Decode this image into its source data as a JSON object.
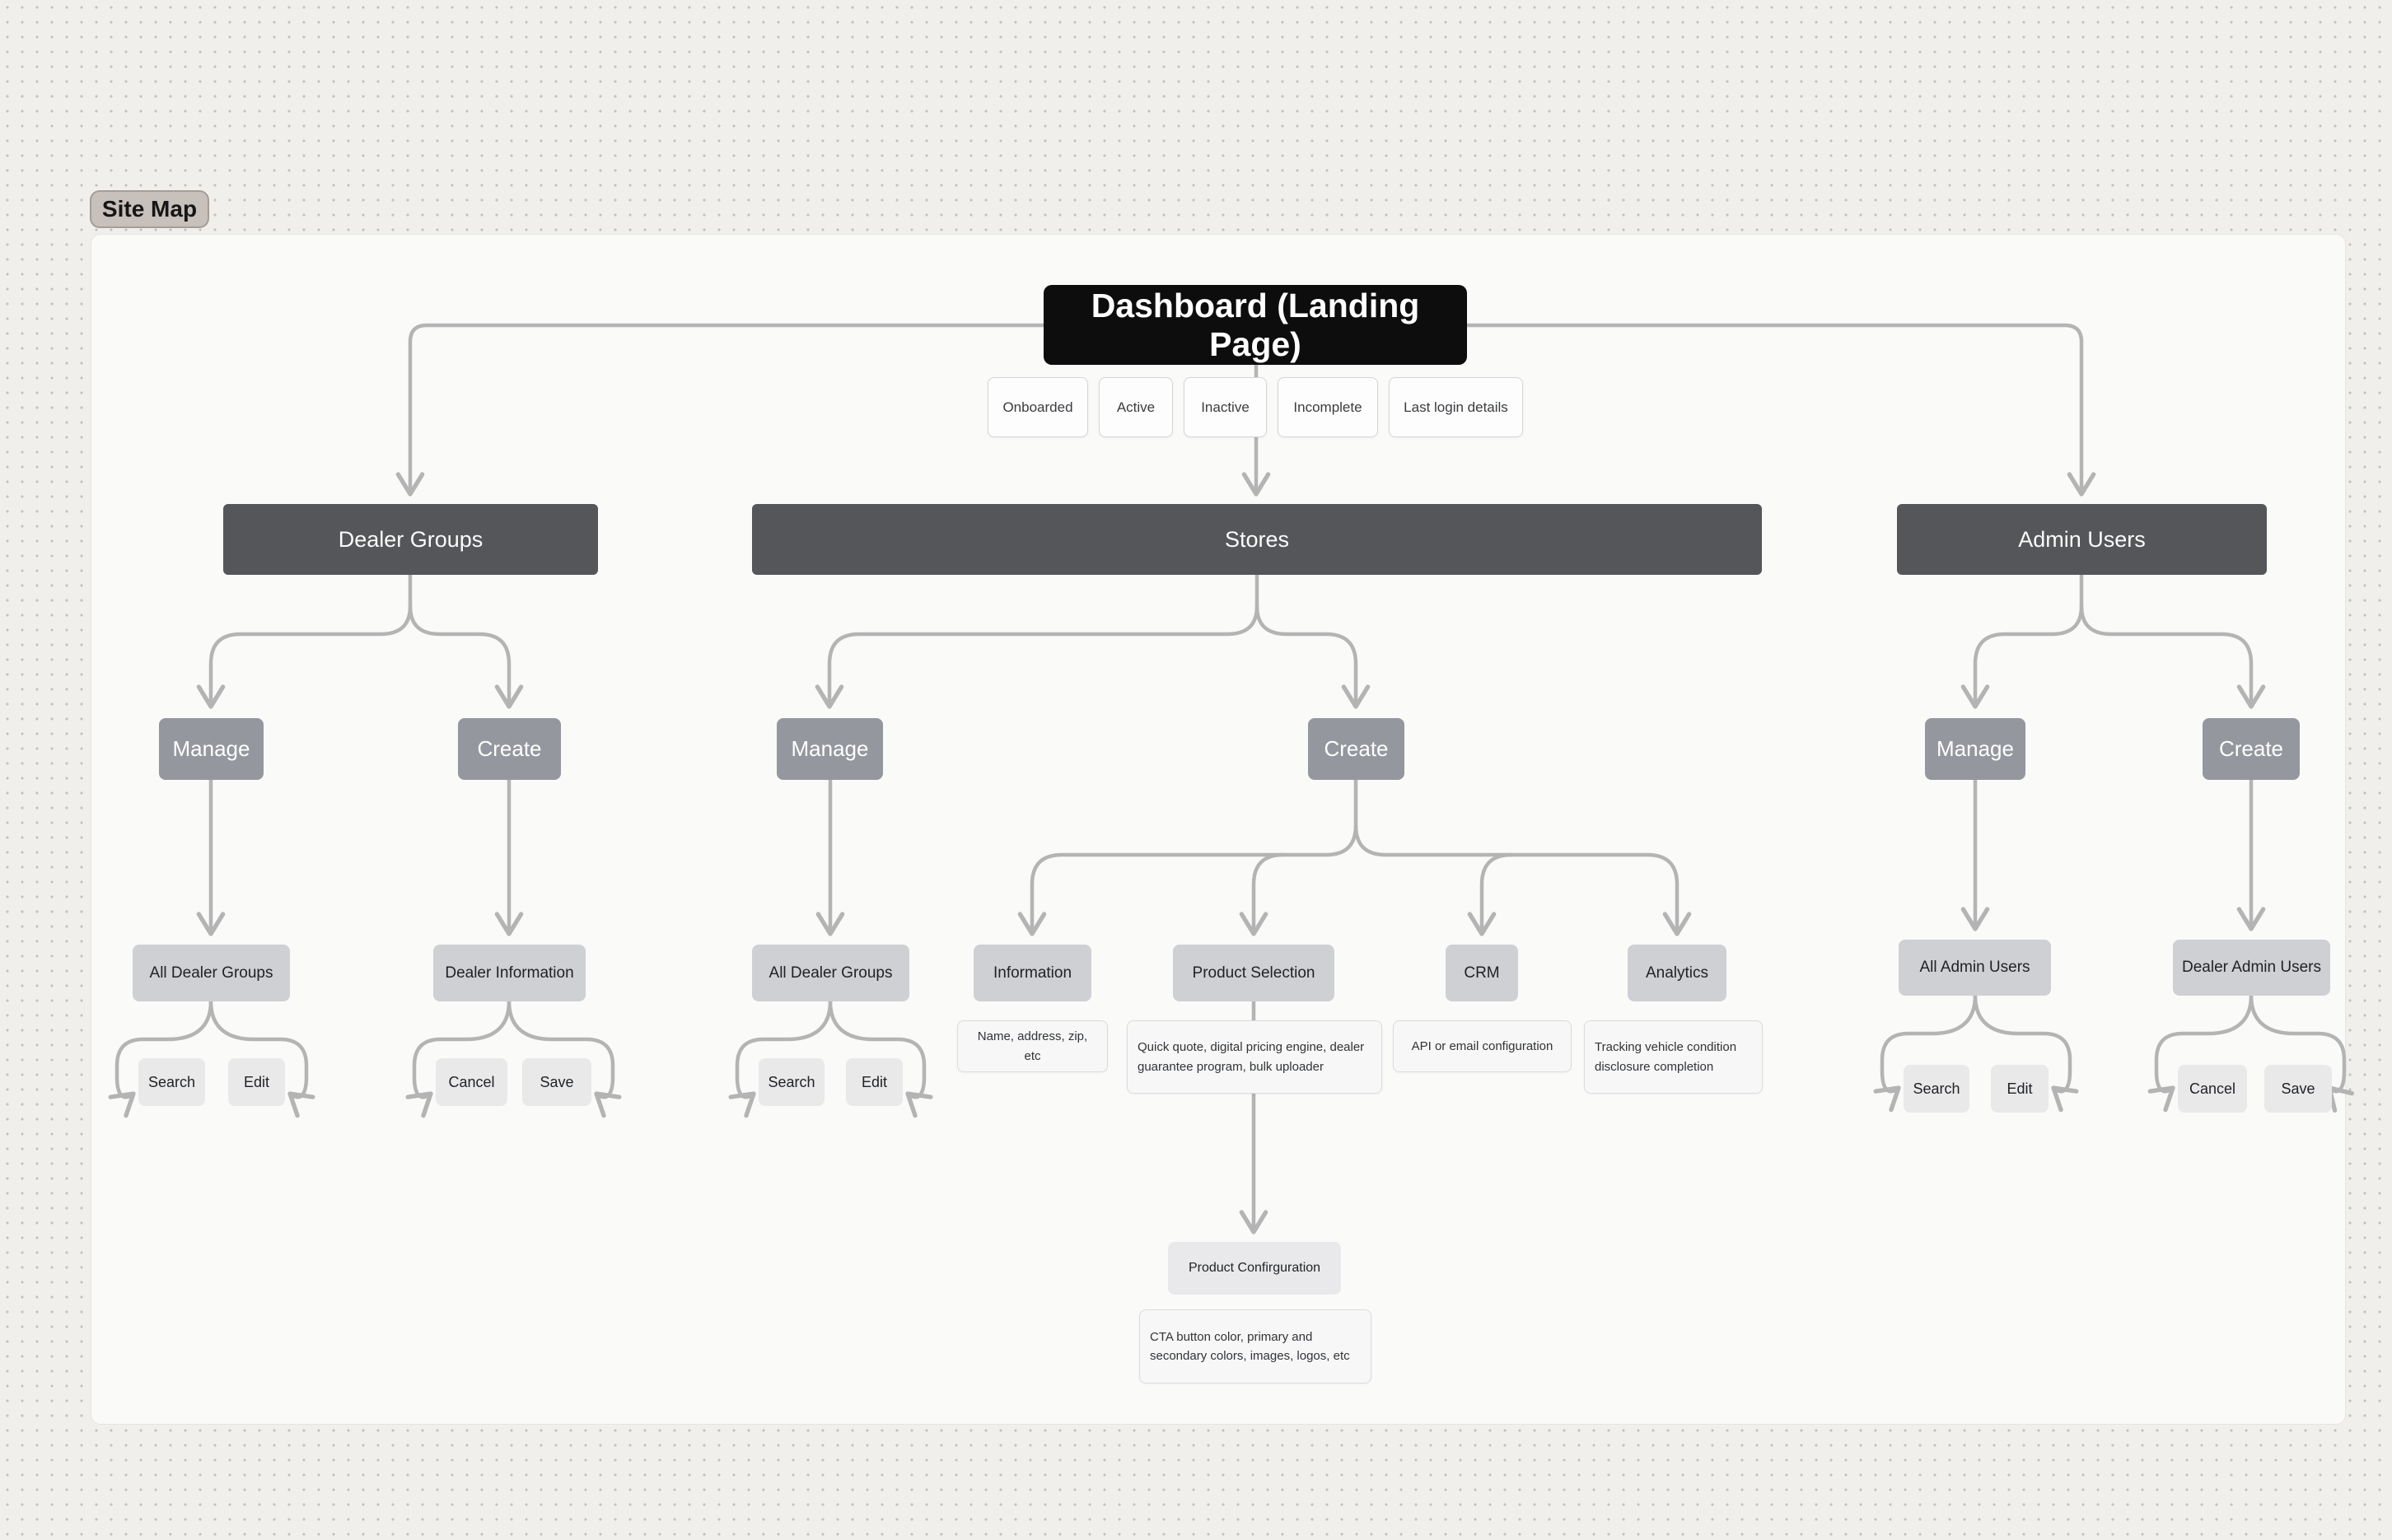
{
  "board_label": "Site Map",
  "root": {
    "label": "Dashboard (Landing Page)"
  },
  "legend_chips": [
    {
      "label": "Onboarded"
    },
    {
      "label": "Active"
    },
    {
      "label": "Inactive"
    },
    {
      "label": "Incomplete"
    },
    {
      "label": "Last login details"
    }
  ],
  "branches": {
    "dealer_groups": {
      "label": "Dealer Groups",
      "manage": {
        "label": "Manage"
      },
      "create": {
        "label": "Create"
      },
      "manage_child": {
        "label": "All Dealer Groups"
      },
      "create_child": {
        "label": "Dealer Information"
      },
      "manage_actions": [
        {
          "label": "Search"
        },
        {
          "label": "Edit"
        }
      ],
      "create_actions": [
        {
          "label": "Cancel"
        },
        {
          "label": "Save"
        }
      ]
    },
    "stores": {
      "label": "Stores",
      "manage": {
        "label": "Manage"
      },
      "create": {
        "label": "Create"
      },
      "manage_child": {
        "label": "All Dealer Groups"
      },
      "manage_actions": [
        {
          "label": "Search"
        },
        {
          "label": "Edit"
        }
      ],
      "create_children": [
        {
          "label": "Information",
          "note": "Name, address, zip, etc"
        },
        {
          "label": "Product Selection",
          "note": "Quick quote, digital pricing engine, dealer guarantee program, bulk uploader"
        },
        {
          "label": "CRM",
          "note": "API or email configuration"
        },
        {
          "label": "Analytics",
          "note": "Tracking vehicle condition disclosure completion"
        }
      ],
      "product_configuration": {
        "label": "Product Confirguration",
        "note": "CTA button color, primary and secondary colors, images, logos, etc"
      }
    },
    "admin_users": {
      "label": "Admin Users",
      "manage": {
        "label": "Manage"
      },
      "create": {
        "label": "Create"
      },
      "manage_child": {
        "label": "All Admin Users"
      },
      "create_child": {
        "label": "Dealer Admin Users"
      },
      "manage_actions": [
        {
          "label": "Search"
        },
        {
          "label": "Edit"
        }
      ],
      "create_actions": [
        {
          "label": "Cancel"
        },
        {
          "label": "Save"
        }
      ]
    }
  },
  "colors": {
    "root_bg": "#0d0d0d",
    "section_bg": "#55565a",
    "action_bg": "#94979e",
    "node_bg": "#ced0d3",
    "button_bg": "#e9e9ea",
    "connector": "#b4b4b4",
    "canvas_bg": "#fafaf9",
    "board_bg": "#f0efec"
  }
}
